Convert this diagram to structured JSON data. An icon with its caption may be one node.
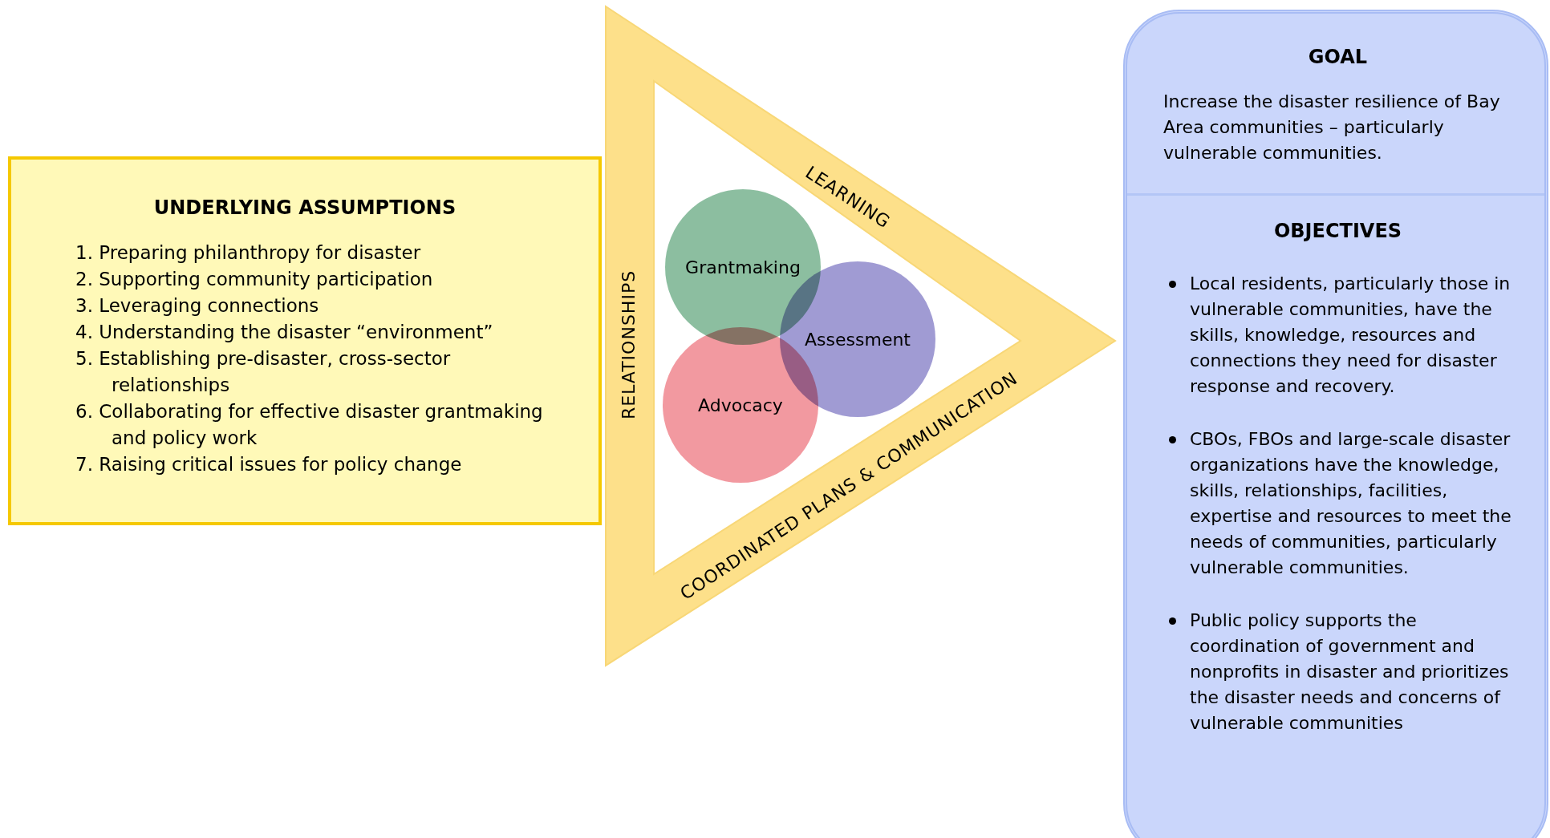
{
  "diagram": {
    "nodes": [
      {
        "text": [
          "UNDERLYING ASSUMPTIONS",
          "1. Preparing philanthropy for disaster",
          "2. Supporting community participation",
          "3. Leveraging connections",
          "4. Understanding the disaster “environment”",
          "5. Establishing pre-disaster, cross-sector relationships",
          "6. Collaborating for effective disaster grantmaking and policy work",
          "7. Raising critical issues for policy change"
        ]
      },
      {
        "text": [
          "LEARNING",
          "RELATIONSHIPS",
          "COORDINATED PLANS & COMMUNICATION"
        ]
      },
      {
        "text": [
          "Grantmaking"
        ],
        "in": 1
      },
      {
        "text": [
          "Assessment"
        ],
        "in": 1
      },
      {
        "text": [
          "Advocacy"
        ],
        "in": 1
      },
      {
        "text": [
          "GOAL",
          "Increase the disaster resilience of Bay Area communities – particularly vulnerable communities.",
          "OBJECTIVES",
          "Local residents, particularly those in vulnerable communities, have the skills, knowledge, resources and connections they need for disaster response and recovery.",
          "CBOs, FBOs and large-scale disaster organizations have the knowledge, skills, relationships, facilities, expertise and resources to meet the needs of communities, particularly vulnerable communities.",
          "Public policy supports the coordination of government and nonprofits in disaster and prioritizes the disaster needs and concerns of vulnerable communities"
        ]
      }
    ],
    "edges": []
  }
}
